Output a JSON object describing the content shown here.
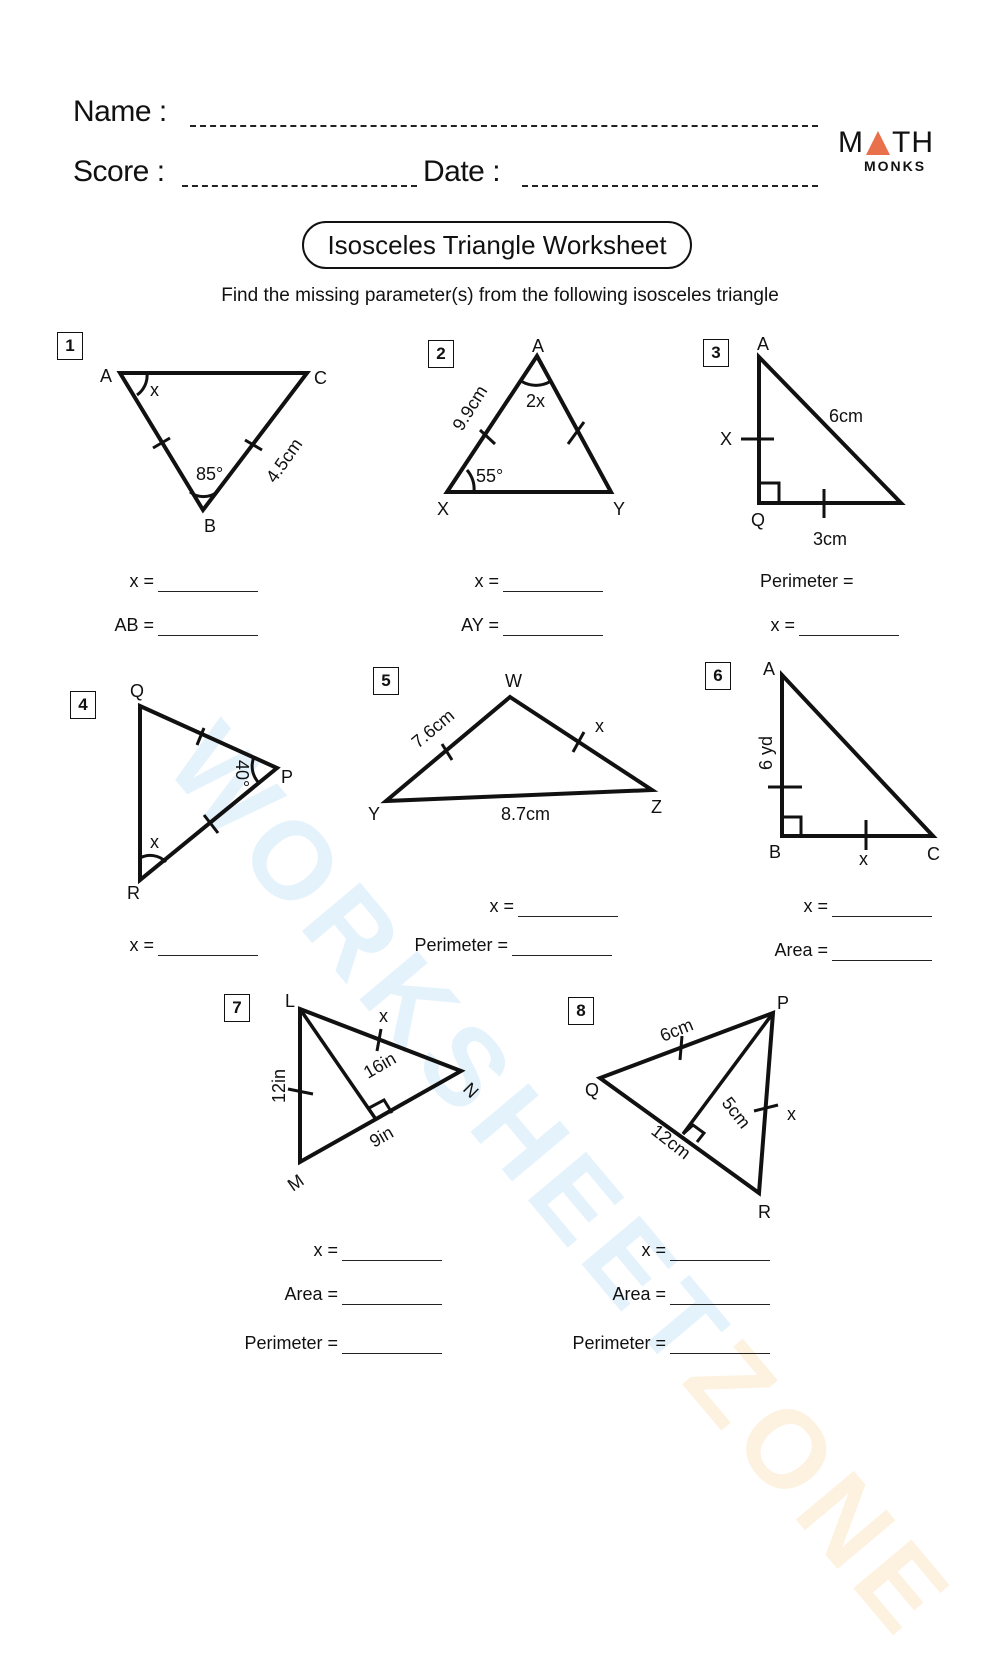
{
  "header": {
    "name_label": "Name :",
    "score_label": "Score :",
    "date_label": "Date :"
  },
  "logo": {
    "math_text": "M",
    "math_text_rest": "TH",
    "monks_text": "MONKS",
    "accent_color": "#e8704a"
  },
  "title": "Isosceles Triangle Worksheet",
  "instructions": "Find the missing parameter(s) from the following isosceles triangle",
  "watermark": {
    "part1": "WORKSHEET",
    "part2": "ZONE"
  },
  "problems": [
    {
      "number": "1",
      "vertices": {
        "a": "A",
        "b": "B",
        "c": "C"
      },
      "labels": {
        "angle_a": "x",
        "angle_b": "85°",
        "side_bc": "4.5cm"
      },
      "answers": [
        {
          "label": "x =",
          "value": ""
        },
        {
          "label": "AB =",
          "value": ""
        }
      ]
    },
    {
      "number": "2",
      "vertices": {
        "a": "A",
        "x": "X",
        "y": "Y"
      },
      "labels": {
        "angle_a": "2x",
        "angle_x": "55°",
        "side_ax": "9.9cm"
      },
      "answers": [
        {
          "label": "x =",
          "value": ""
        },
        {
          "label": "AY =",
          "value": ""
        }
      ]
    },
    {
      "number": "3",
      "vertices": {
        "a": "A",
        "q": "Q"
      },
      "labels": {
        "side_aq": "X",
        "hyp": "6cm",
        "side_q": "3cm"
      },
      "answers": [
        {
          "label": "Perimeter =",
          "value": ""
        },
        {
          "label": "x =",
          "value": ""
        }
      ]
    },
    {
      "number": "4",
      "vertices": {
        "q": "Q",
        "p": "P",
        "r": "R"
      },
      "labels": {
        "angle_p": "40°",
        "angle_r": "x"
      },
      "answers": [
        {
          "label": "x =",
          "value": ""
        }
      ]
    },
    {
      "number": "5",
      "vertices": {
        "w": "W",
        "y": "Y",
        "z": "Z"
      },
      "labels": {
        "side_wy": "7.6cm",
        "side_wz": "x",
        "side_yz": "8.7cm"
      },
      "answers": [
        {
          "label": "x =",
          "value": ""
        },
        {
          "label": "Perimeter =",
          "value": ""
        }
      ]
    },
    {
      "number": "6",
      "vertices": {
        "a": "A",
        "b": "B",
        "c": "C"
      },
      "labels": {
        "side_ab": "6 yd",
        "side_bc": "x"
      },
      "answers": [
        {
          "label": "x =",
          "value": ""
        },
        {
          "label": "Area =",
          "value": ""
        }
      ]
    },
    {
      "number": "7",
      "vertices": {
        "l": "L",
        "m": "M",
        "n": "N"
      },
      "labels": {
        "side_lm": "12in",
        "side_ln": "x",
        "height": "16in",
        "base_part": "9in"
      },
      "answers": [
        {
          "label": "x =",
          "value": ""
        },
        {
          "label": "Area =",
          "value": ""
        },
        {
          "label": "Perimeter =",
          "value": ""
        }
      ]
    },
    {
      "number": "8",
      "vertices": {
        "p": "P",
        "q": "Q",
        "r": "R"
      },
      "labels": {
        "side_pq": "6cm",
        "side_pr": "x",
        "height": "5cm",
        "base": "12cm"
      },
      "answers": [
        {
          "label": "x =",
          "value": ""
        },
        {
          "label": "Area =",
          "value": ""
        },
        {
          "label": "Perimeter =",
          "value": ""
        }
      ]
    }
  ]
}
